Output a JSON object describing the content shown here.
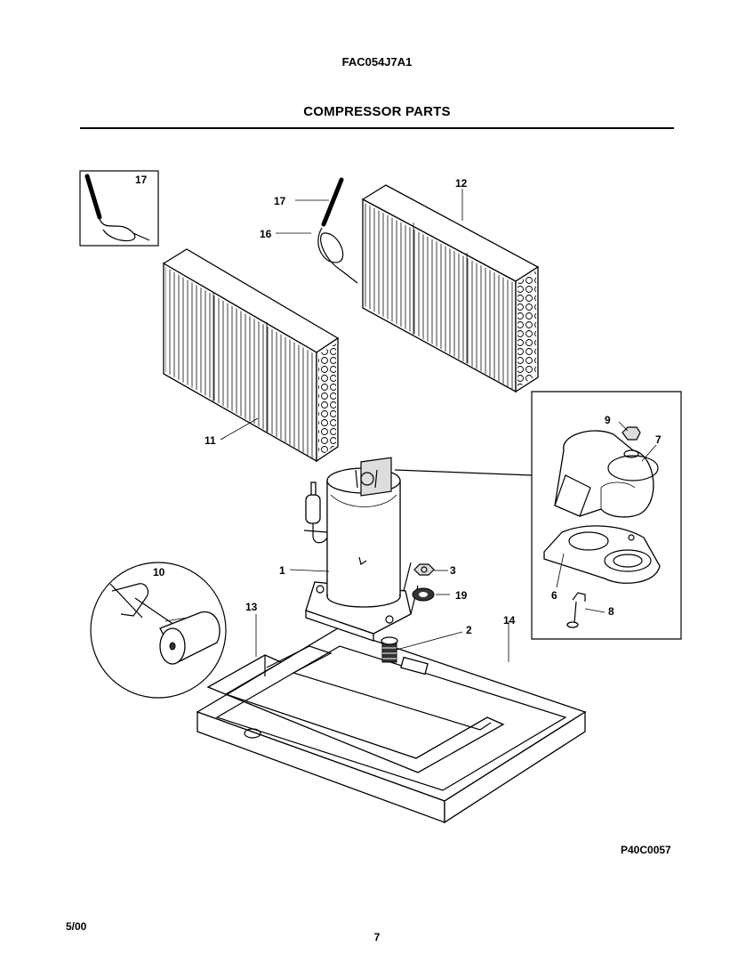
{
  "header": {
    "model": "FAC054J7A1",
    "title": "COMPRESSOR PARTS"
  },
  "footer": {
    "figure_code": "P40C0057",
    "date": "5/00",
    "page_number": "7"
  },
  "callouts": {
    "p17_inset": "17",
    "p17": "17",
    "p16": "16",
    "p12": "12",
    "p11": "11",
    "p9": "9",
    "p7": "7",
    "p6": "6",
    "p8": "8",
    "p1": "1",
    "p3": "3",
    "p19": "19",
    "p10": "10",
    "p13": "13",
    "p2": "2",
    "p14": "14"
  }
}
